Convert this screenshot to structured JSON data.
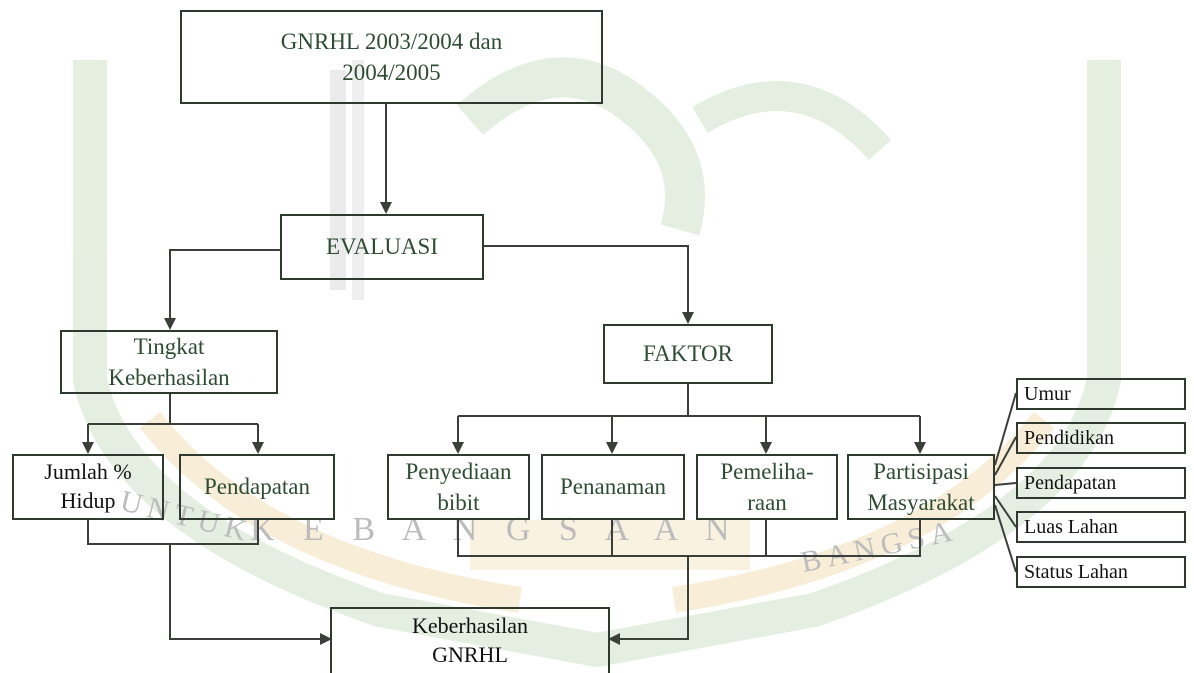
{
  "diagram": {
    "top": "GNRHL 2003/2004 dan\n2004/2005",
    "evaluasi": "EVALUASI",
    "tingkat": "Tingkat\nKeberhasilan",
    "faktor": "FAKTOR",
    "jumlah": "Jumlah %\nHidup",
    "pendapatan": "Pendapatan",
    "penyediaan": "Penyediaan\nbibit",
    "penanaman": "Penanaman",
    "pemeliharaan": "Pemeliha-\nraan",
    "partisipasi": "Partisipasi\nMasyarakat",
    "bottom": "Keberhasilan\nGNRHL",
    "side_items": [
      "Umur",
      "Pendidikan",
      "Pendapatan",
      "Luas Lahan",
      "Status Lahan"
    ]
  },
  "watermark": {
    "text_left": "UNTUK",
    "text_mid": "K E B A N G S A A N",
    "text_right": "BANGSA"
  },
  "colors": {
    "box_text": "#2d4d33",
    "lines": "#3a3f3a",
    "watermark_green": "#cfe3c9",
    "watermark_gold": "#f3dfb8"
  }
}
